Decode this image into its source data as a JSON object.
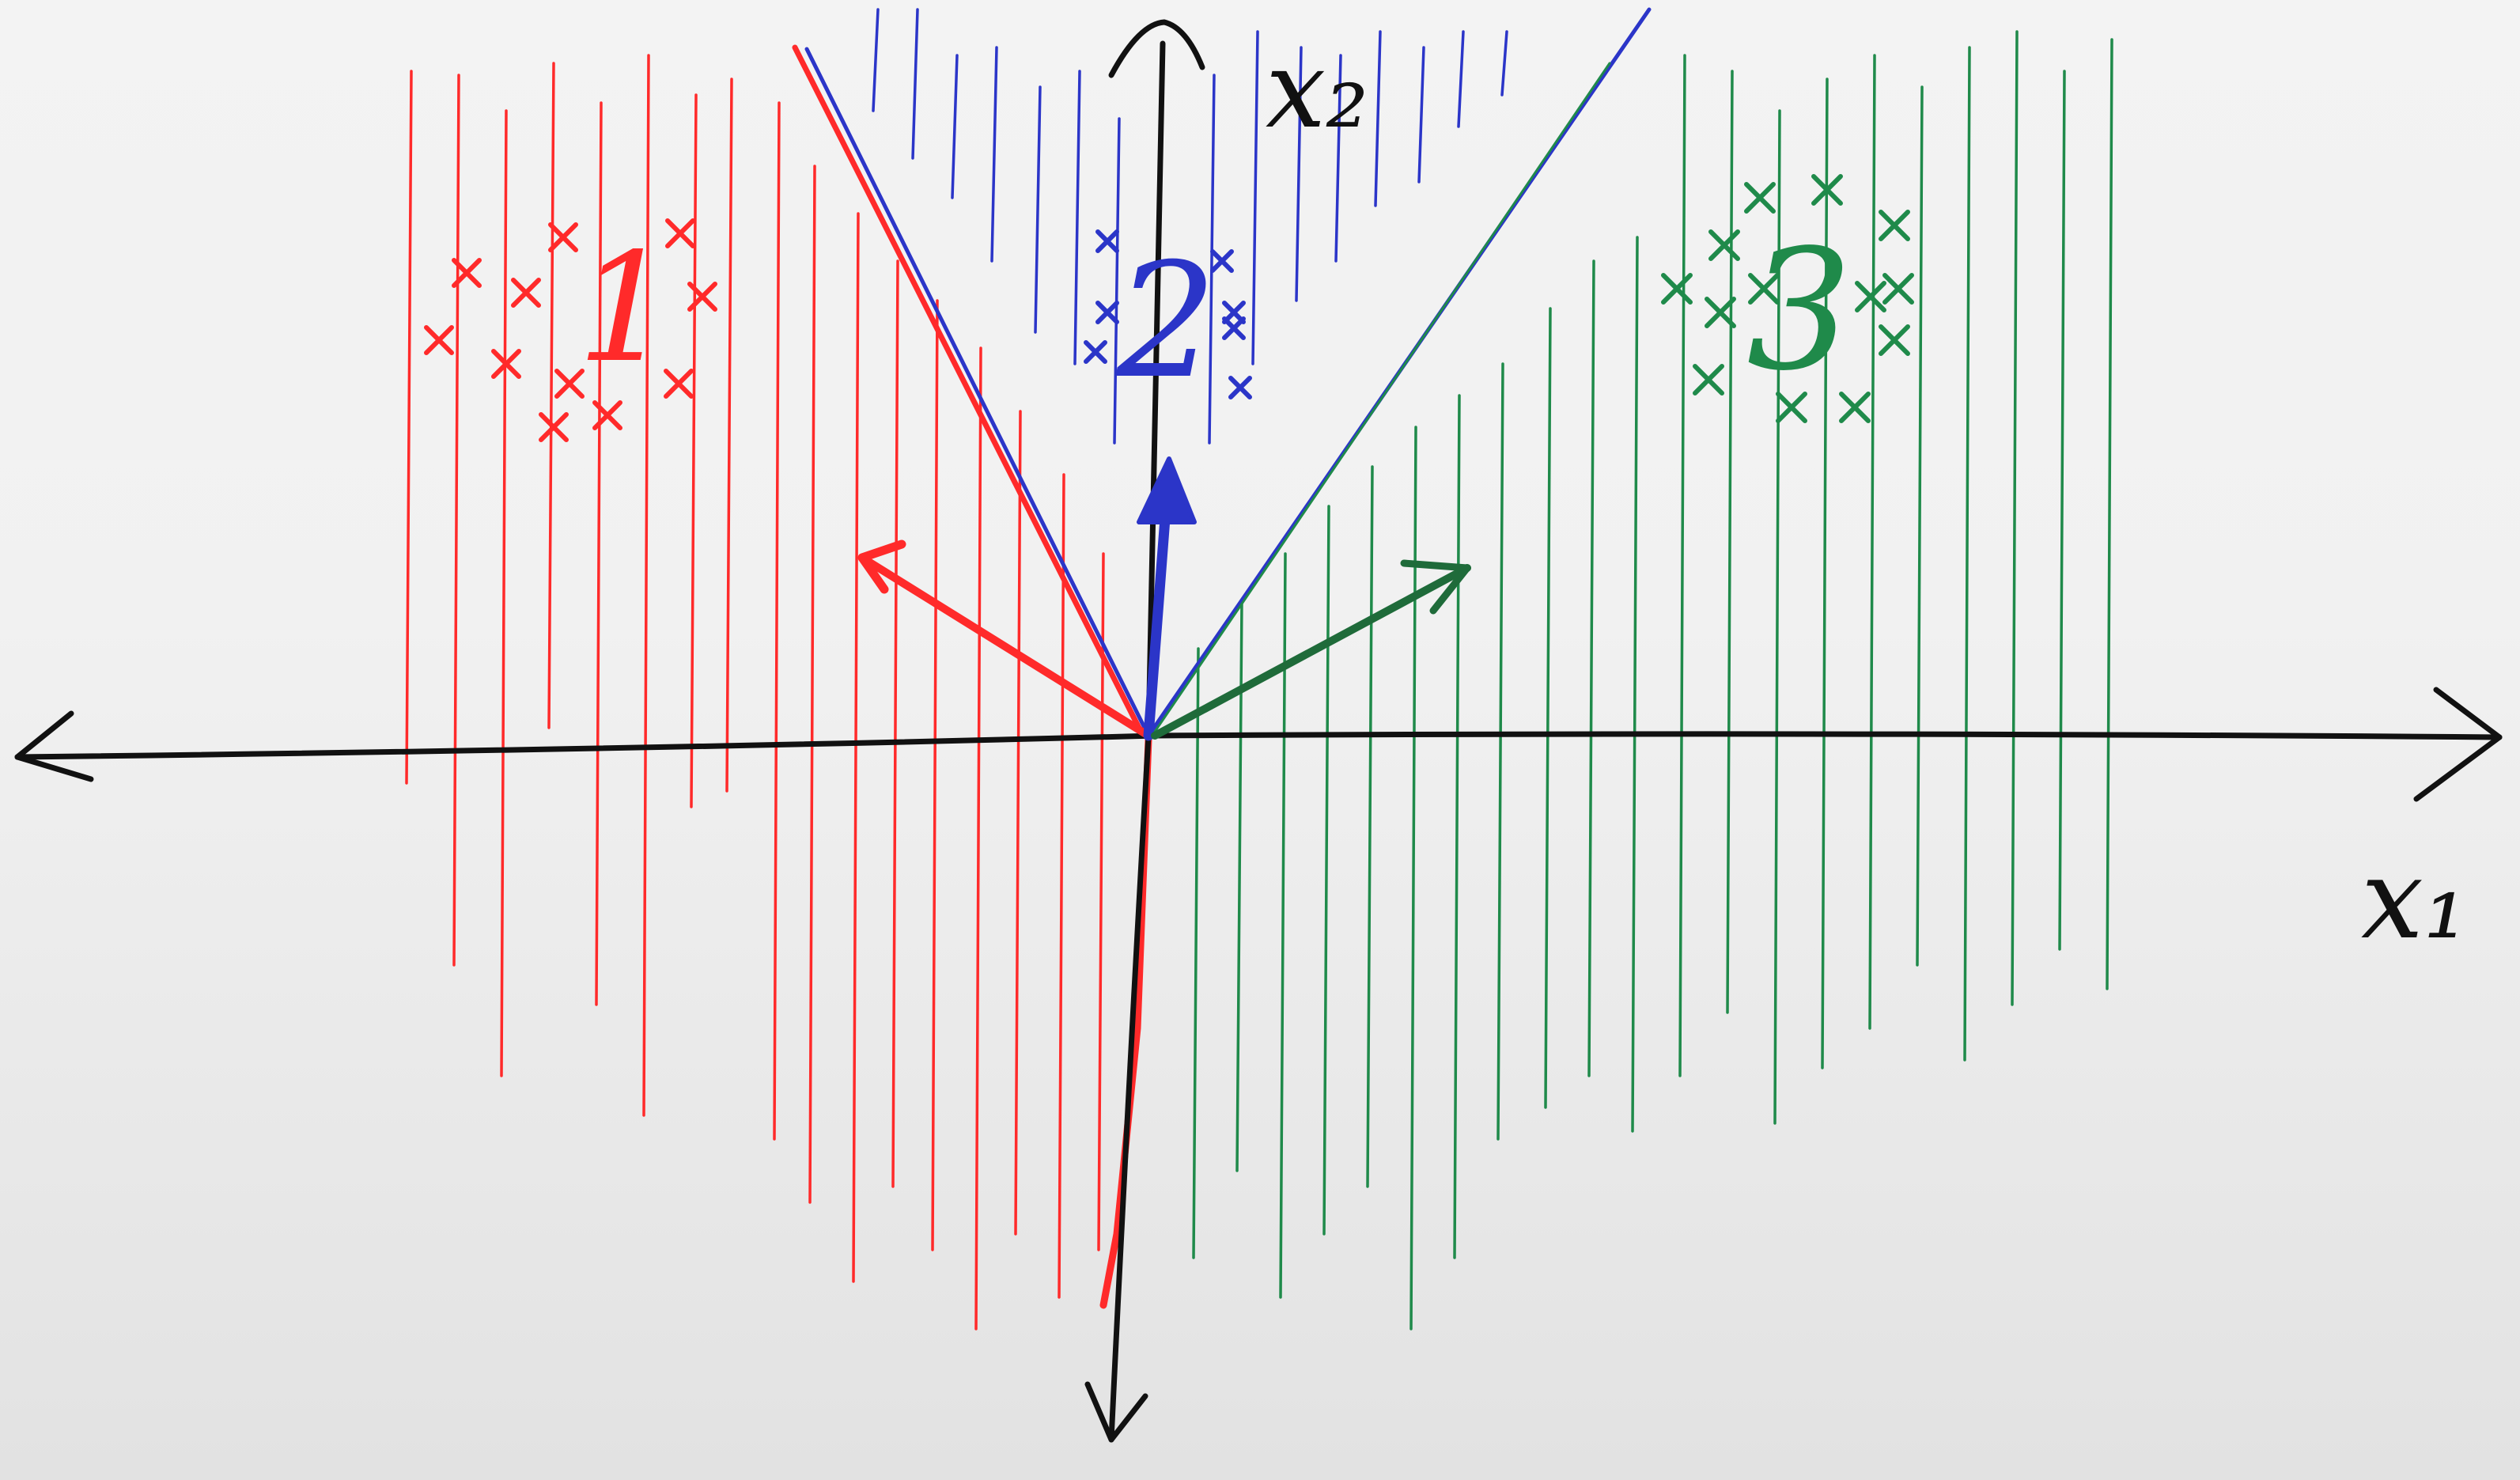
{
  "axes": {
    "x_label": "x₁",
    "y_label": "x₂"
  },
  "classes": [
    {
      "label": "1",
      "color": "#ff2a2a"
    },
    {
      "label": "2",
      "color": "#2b35c8"
    },
    {
      "label": "3",
      "color": "#1f8a4a"
    }
  ],
  "colors": {
    "ink": "#111111",
    "paper": "#f1f1f1"
  }
}
